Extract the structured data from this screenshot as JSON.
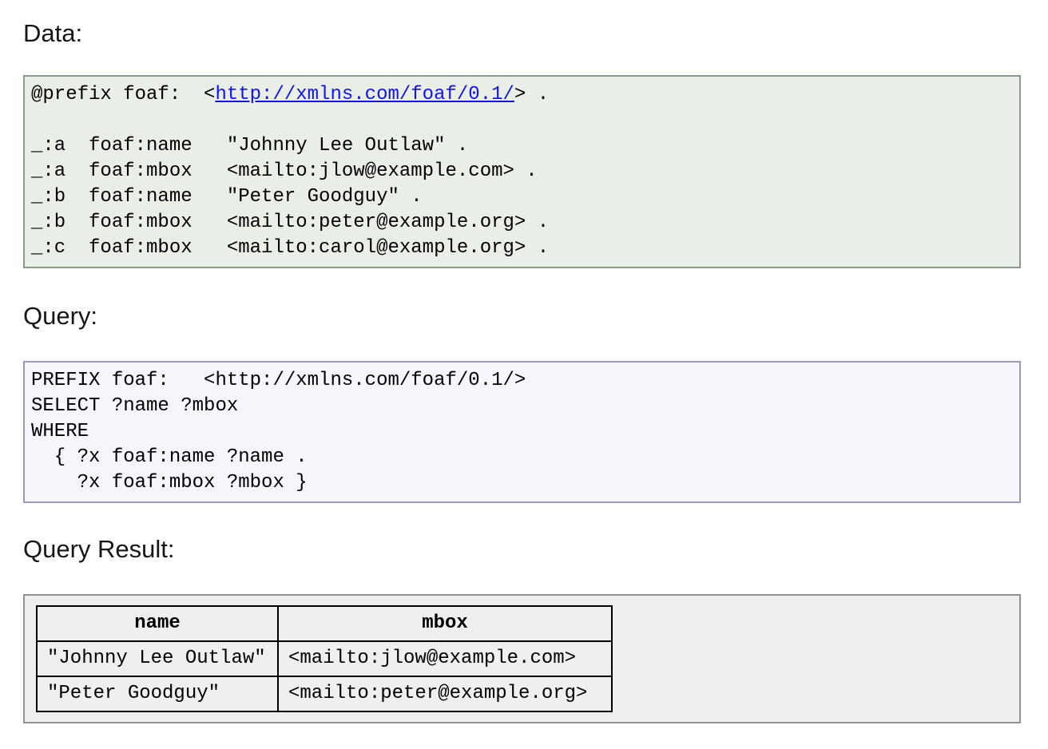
{
  "sections": {
    "data": {
      "label": "Data:",
      "code": {
        "prefix_line": {
          "before_link": "@prefix foaf:  <",
          "link_text": "http://xmlns.com/foaf/0.1/",
          "after_link": "> ."
        },
        "lines": [
          "",
          "_:a  foaf:name   \"Johnny Lee Outlaw\" .",
          "_:a  foaf:mbox   <mailto:jlow@example.com> .",
          "_:b  foaf:name   \"Peter Goodguy\" .",
          "_:b  foaf:mbox   <mailto:peter@example.org> .",
          "_:c  foaf:mbox   <mailto:carol@example.org> ."
        ]
      }
    },
    "query": {
      "label": "Query:",
      "code_lines": [
        "PREFIX foaf:   <http://xmlns.com/foaf/0.1/>",
        "SELECT ?name ?mbox",
        "WHERE",
        "  { ?x foaf:name ?name .",
        "    ?x foaf:mbox ?mbox }"
      ]
    },
    "result": {
      "label": "Query Result:",
      "table": {
        "columns": [
          "name",
          "mbox"
        ],
        "rows": [
          [
            "\"Johnny Lee Outlaw\"",
            "<mailto:jlow@example.com>"
          ],
          [
            "\"Peter Goodguy\"",
            "<mailto:peter@example.org>"
          ]
        ]
      }
    }
  },
  "colors": {
    "data_block_bg": "#e9efe7",
    "data_block_border": "#8a9a8a",
    "query_block_bg": "#f5f6fb",
    "query_block_border": "#9999bb",
    "result_panel_bg": "#efefef",
    "result_panel_border": "#929292",
    "link": "#1212ee"
  }
}
